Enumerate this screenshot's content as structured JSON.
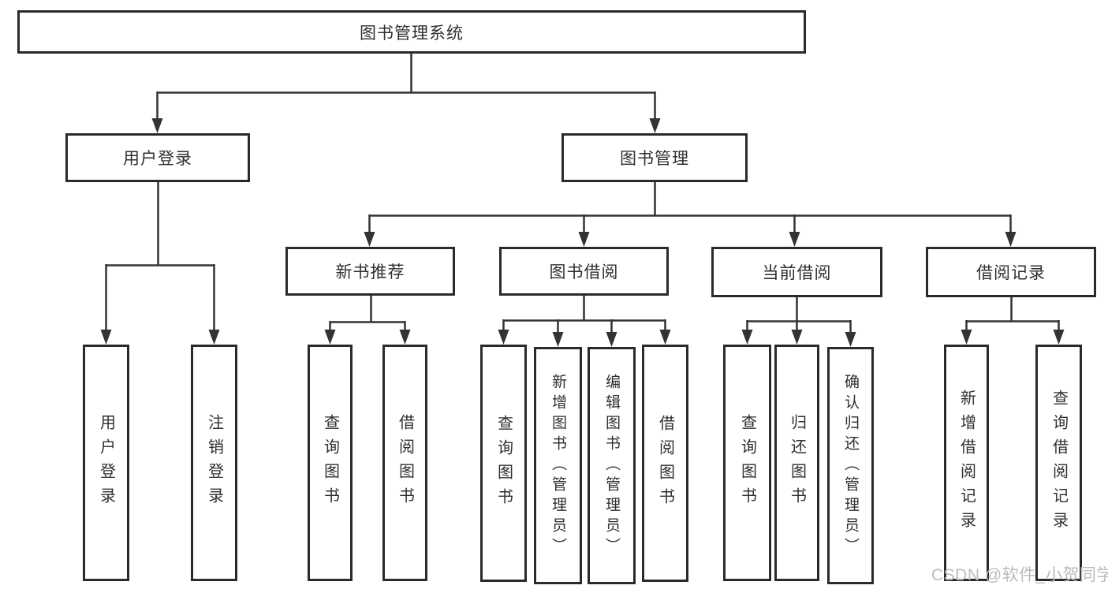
{
  "nodes": {
    "root": "图书管理系统",
    "level2": [
      "用户登录",
      "图书管理"
    ],
    "level3": [
      "新书推荐",
      "图书借阅",
      "当前借阅",
      "借阅记录"
    ],
    "user_login_children": [
      "用户登录",
      "注销登录"
    ],
    "new_book_children": [
      "查询图书",
      "借阅图书"
    ],
    "book_borrow_children": [
      "查询图书",
      "新增图书（管理员）",
      "编辑图书（管理员）",
      "借阅图书"
    ],
    "current_borrow_children": [
      "查询图书",
      "归还图书",
      "确认归还（管理员）"
    ],
    "borrow_record_children": [
      "新增借阅记录",
      "查询借阅记录"
    ]
  },
  "watermark": {
    "text": "CSDN @软件_小贺同学",
    "color": "#bcbcbc"
  },
  "colors": {
    "line": "#333333",
    "border": "#2a2a2a",
    "text": "#2f2f2f",
    "background": "#ffffff"
  }
}
